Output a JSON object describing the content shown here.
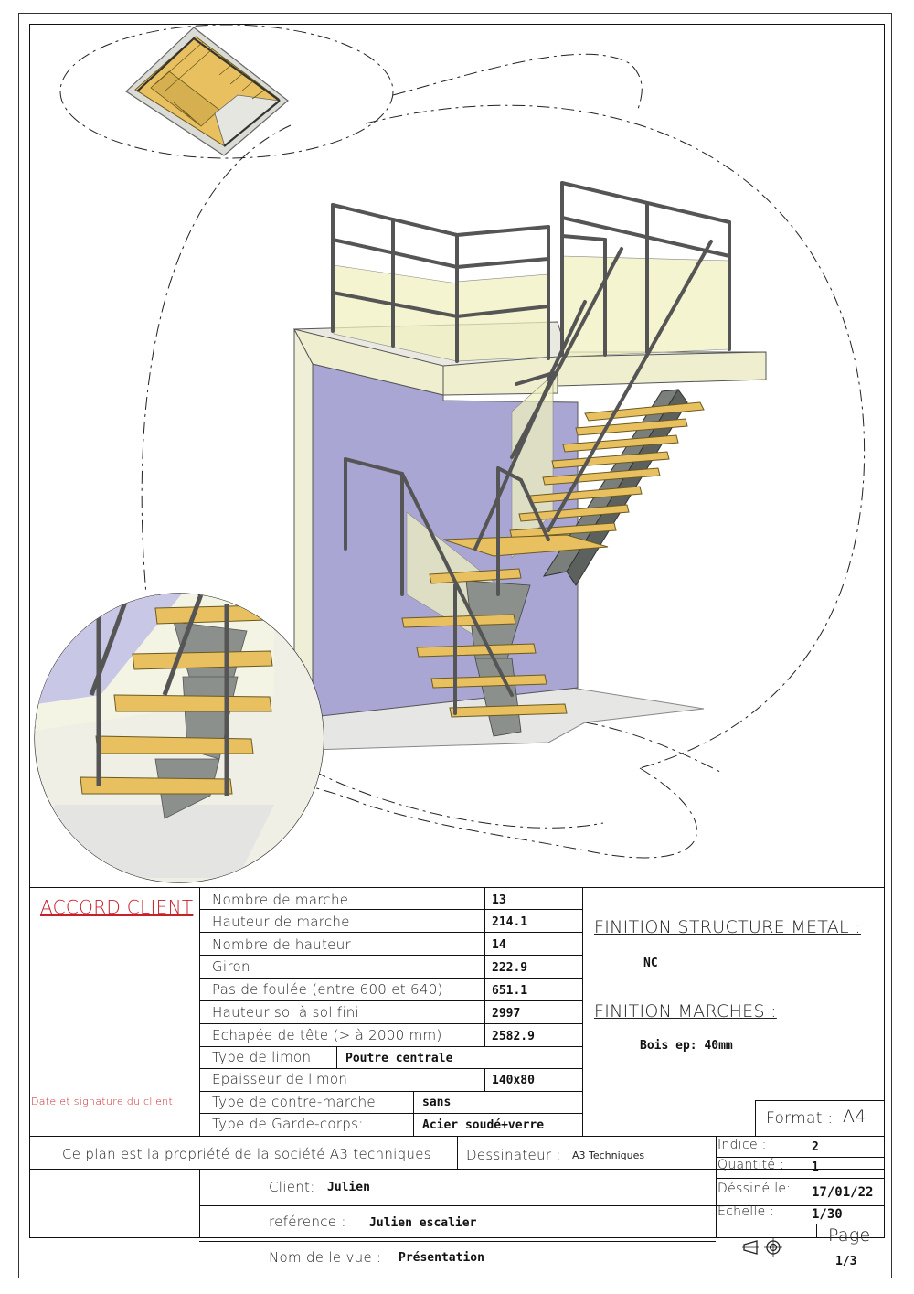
{
  "accord": {
    "title": "ACCORD CLIENT",
    "signature_label": "Date et signature du client"
  },
  "specs": [
    {
      "label": "Nombre de marche",
      "value": "13"
    },
    {
      "label": "Hauteur de marche",
      "value": "214.1"
    },
    {
      "label": "Nombre de hauteur",
      "value": "14"
    },
    {
      "label": "Giron",
      "value": "222.9"
    },
    {
      "label": "Pas de foulée (entre 600 et 640)",
      "value": "651.1"
    },
    {
      "label": "Hauteur sol à sol fini",
      "value": "2997"
    },
    {
      "label": "Echapée de tête (> à 2000 mm)",
      "value": "2582.9"
    }
  ],
  "limon_type": {
    "label": "Type de limon",
    "value": "Poutre centrale"
  },
  "limon_thickness": {
    "label": "Epaisseur de limon",
    "value": "140x80"
  },
  "contre_marche": {
    "label": "Type de contre-marche",
    "value": "sans"
  },
  "garde_corps": {
    "label": "Type de Garde-corps:",
    "value": "Acier soudé+verre"
  },
  "finish": {
    "metal_title": "FINITION STRUCTURE METAL :",
    "metal_value": "NC",
    "steps_title": "FINITION MARCHES :",
    "steps_value": "Bois ep: 40mm"
  },
  "format": {
    "label": "Format :",
    "value": "A4"
  },
  "ownership": "Ce plan est la propriété de la société A3 techniques",
  "designer": {
    "label": "Dessinateur :",
    "value": "A3 Techniques"
  },
  "client": {
    "label": "Client:",
    "value": "Julien"
  },
  "reference": {
    "label": "reférence :",
    "value": "Julien escalier"
  },
  "view_name": {
    "label": "Nom de le vue :",
    "value": "Présentation"
  },
  "indice": {
    "label": "Indice :",
    "value": "2"
  },
  "quantity": {
    "label": "Quantité :",
    "value": "1"
  },
  "drawn": {
    "label": "Déssiné le:",
    "value": "17/01/22"
  },
  "scale": {
    "label": "Echelle :",
    "value": "1/30"
  },
  "page": {
    "label": "Page",
    "value": "1/3"
  },
  "colors": {
    "wood": "#e8c060",
    "wall": "#a9a6d4",
    "slab": "#efefcf",
    "metal": "#7b7f7b",
    "glass": "#f0f0c0",
    "red_text": "#c8202a"
  }
}
